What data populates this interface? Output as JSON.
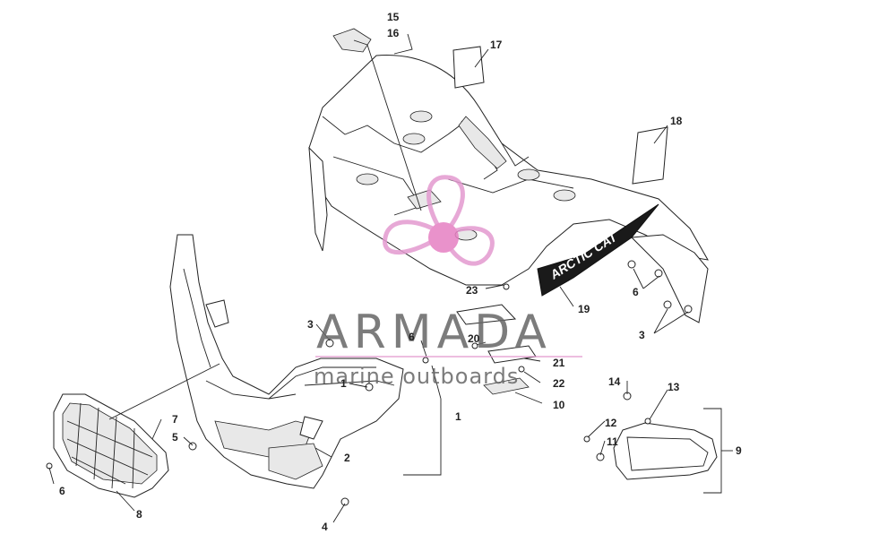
{
  "decal_text": "ARCTIC CAT",
  "watermark": {
    "title": "ARMADA",
    "subtitle": "marine outboards",
    "colors": {
      "text": "#666666",
      "logo": "#e39ad0",
      "logo_center": "#e680c2"
    }
  },
  "callouts": [
    {
      "id": "c15",
      "label": "15"
    },
    {
      "id": "c16",
      "label": "16"
    },
    {
      "id": "c17",
      "label": "17"
    },
    {
      "id": "c18",
      "label": "18"
    },
    {
      "id": "c19",
      "label": "19"
    },
    {
      "id": "c23",
      "label": "23"
    },
    {
      "id": "c6a",
      "label": "6"
    },
    {
      "id": "c3a",
      "label": "3"
    },
    {
      "id": "c3b",
      "label": "3"
    },
    {
      "id": "c6b",
      "label": "6"
    },
    {
      "id": "c20",
      "label": "20"
    },
    {
      "id": "c21",
      "label": "21"
    },
    {
      "id": "c22",
      "label": "22"
    },
    {
      "id": "c10",
      "label": "10"
    },
    {
      "id": "c1a",
      "label": "1"
    },
    {
      "id": "c1b",
      "label": "1"
    },
    {
      "id": "c7",
      "label": "7"
    },
    {
      "id": "c5",
      "label": "5"
    },
    {
      "id": "c2",
      "label": "2"
    },
    {
      "id": "c6c",
      "label": "6"
    },
    {
      "id": "c8",
      "label": "8"
    },
    {
      "id": "c4",
      "label": "4"
    },
    {
      "id": "c14",
      "label": "14"
    },
    {
      "id": "c13",
      "label": "13"
    },
    {
      "id": "c12",
      "label": "12"
    },
    {
      "id": "c11",
      "label": "11"
    },
    {
      "id": "c9",
      "label": "9"
    }
  ]
}
